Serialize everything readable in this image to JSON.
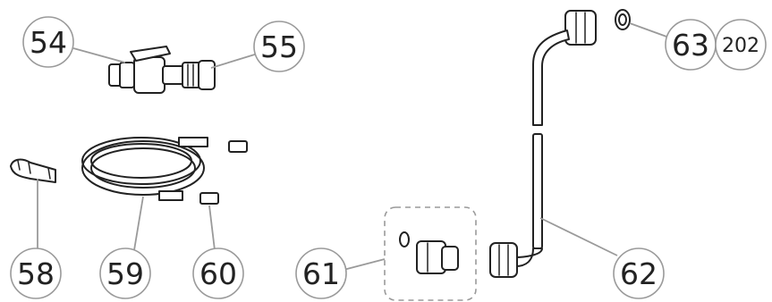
{
  "diagram": {
    "callouts": [
      {
        "id": "54",
        "label": "54"
      },
      {
        "id": "55",
        "label": "55"
      },
      {
        "id": "58",
        "label": "58"
      },
      {
        "id": "59",
        "label": "59"
      },
      {
        "id": "60",
        "label": "60"
      },
      {
        "id": "61",
        "label": "61"
      },
      {
        "id": "62",
        "label": "62"
      },
      {
        "id": "63",
        "label": "63"
      },
      {
        "id": "202",
        "label": "202"
      }
    ],
    "colors": {
      "outline": "#222222",
      "callout_ring": "#9a9a9a",
      "background": "#ffffff"
    }
  }
}
